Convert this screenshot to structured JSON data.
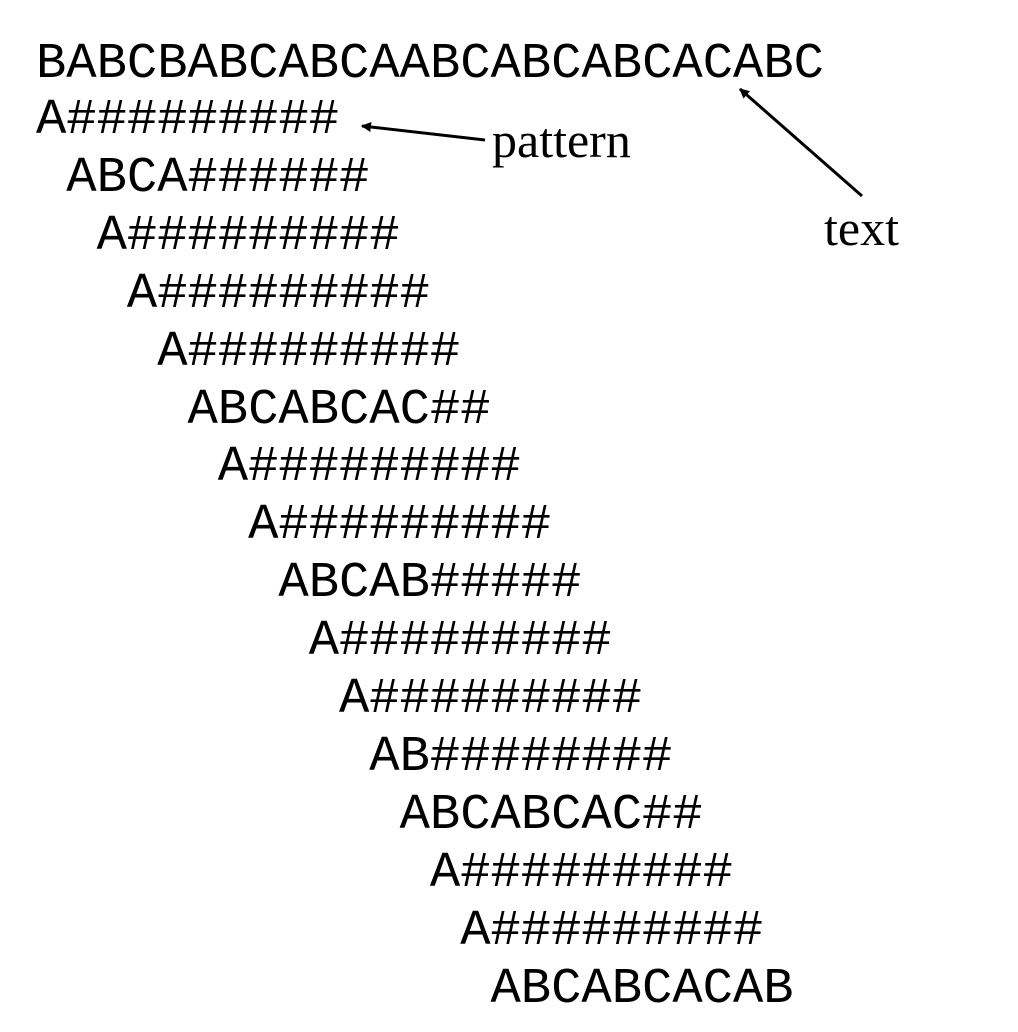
{
  "text_string": "BABCBABCABCAABCABCABCACABC",
  "pattern_rows": [
    "A#########",
    "ABCA######",
    "A#########",
    "A#########",
    "A#########",
    "ABCABCAC##",
    "A#########",
    "A#########",
    "ABCAB#####",
    "A#########",
    "A#########",
    "AB########",
    "ABCABCAC##",
    "A#########",
    "A#########",
    "ABCABCACAB"
  ],
  "labels": {
    "pattern": "pattern",
    "text": "text"
  }
}
